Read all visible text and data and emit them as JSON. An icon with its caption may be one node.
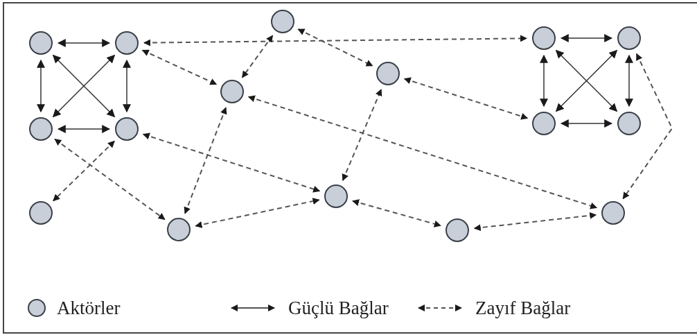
{
  "diagram": {
    "nodes": [
      {
        "text": [],
        "shape": "circle"
      },
      {
        "text": [],
        "shape": "circle"
      },
      {
        "text": [],
        "shape": "circle"
      },
      {
        "text": [],
        "shape": "circle"
      },
      {
        "text": [],
        "shape": "circle"
      },
      {
        "text": [],
        "shape": "circle"
      },
      {
        "text": [],
        "shape": "circle"
      },
      {
        "text": [],
        "shape": "circle"
      },
      {
        "text": [],
        "shape": "circle"
      },
      {
        "text": [],
        "shape": "circle"
      },
      {
        "text": [],
        "shape": "circle"
      },
      {
        "text": [],
        "shape": "circle"
      },
      {
        "text": [],
        "shape": "circle"
      },
      {
        "text": [],
        "shape": "circle"
      },
      {
        "text": [],
        "shape": "circle"
      },
      {
        "text": [],
        "shape": "circle"
      }
    ],
    "edges": [
      {
        "from": 0,
        "to": 1,
        "arrow": "both"
      },
      {
        "from": 0,
        "to": 2,
        "arrow": "both"
      },
      {
        "from": 1,
        "to": 3,
        "arrow": "both"
      },
      {
        "from": 2,
        "to": 3,
        "arrow": "both"
      },
      {
        "from": 0,
        "to": 3,
        "arrow": "both"
      },
      {
        "from": 1,
        "to": 2,
        "arrow": "both"
      },
      {
        "from": 8,
        "to": 9,
        "arrow": "both"
      },
      {
        "from": 8,
        "to": 10,
        "arrow": "both"
      },
      {
        "from": 9,
        "to": 11,
        "arrow": "both"
      },
      {
        "from": 10,
        "to": 11,
        "arrow": "both"
      },
      {
        "from": 8,
        "to": 11,
        "arrow": "both"
      },
      {
        "from": 9,
        "to": 10,
        "arrow": "both"
      },
      {
        "from": 1,
        "to": 8,
        "arrow": "both",
        "style": "dashed"
      },
      {
        "from": 5,
        "to": 6,
        "arrow": "both",
        "style": "dashed"
      },
      {
        "from": 5,
        "to": 7,
        "arrow": "both",
        "style": "dashed"
      },
      {
        "from": 1,
        "to": 6,
        "arrow": "both",
        "style": "dashed"
      },
      {
        "from": 7,
        "to": 10,
        "arrow": "both",
        "style": "dashed"
      },
      {
        "from": 6,
        "to": 15,
        "arrow": "both",
        "style": "dashed"
      },
      {
        "from": 6,
        "to": 12,
        "arrow": "both",
        "style": "dashed"
      },
      {
        "from": 3,
        "to": 13,
        "arrow": "both",
        "style": "dashed"
      },
      {
        "from": 2,
        "to": 12,
        "arrow": "both",
        "style": "dashed"
      },
      {
        "from": 3,
        "to": 4,
        "arrow": "both",
        "style": "dashed"
      },
      {
        "from": 12,
        "to": 13,
        "arrow": "both",
        "style": "dashed"
      },
      {
        "from": 13,
        "to": 7,
        "arrow": "both",
        "style": "dashed"
      },
      {
        "from": 13,
        "to": 14,
        "arrow": "both",
        "style": "dashed"
      },
      {
        "from": 14,
        "to": 15,
        "arrow": "both",
        "style": "dashed"
      },
      {
        "from": 9,
        "to": 15,
        "arrow": "both",
        "style": "dashed"
      }
    ],
    "legend": [
      {
        "text": "Aktörler"
      },
      {
        "text": "Güçlü Bağlar"
      },
      {
        "text": "Zayıf Bağlar"
      }
    ]
  }
}
